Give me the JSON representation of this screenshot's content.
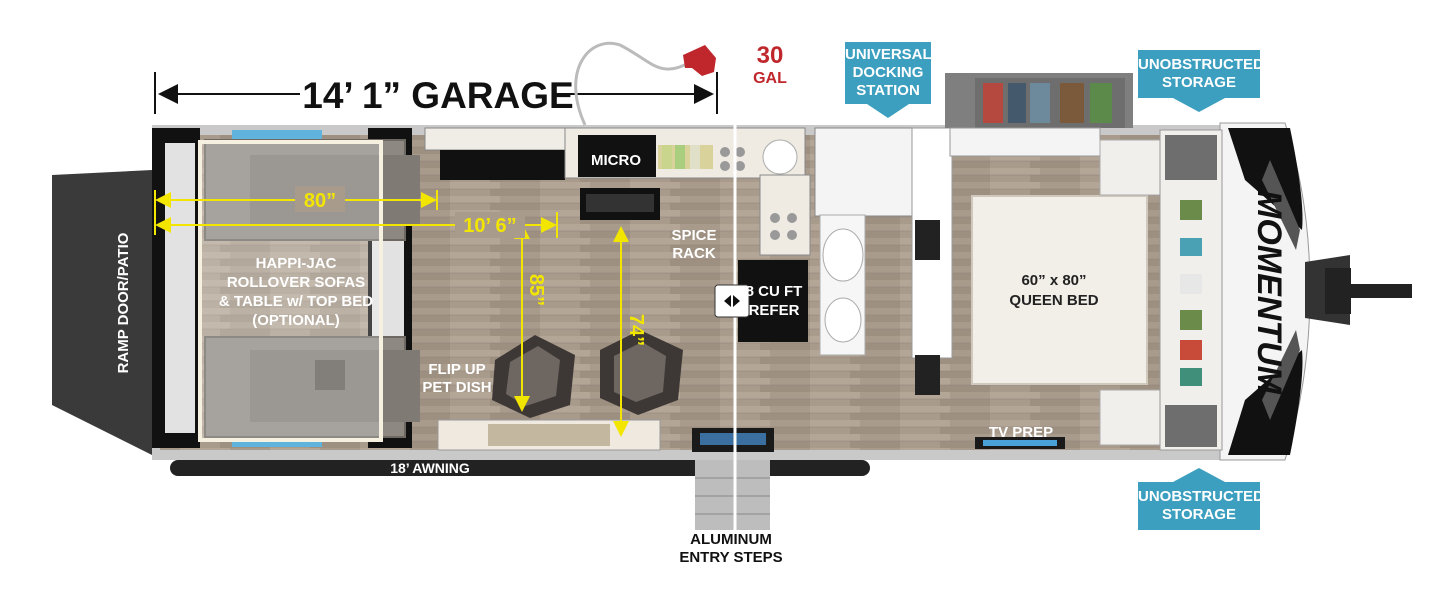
{
  "header": {
    "garage_label": "14’ 1” GARAGE",
    "fuel_capacity": "30",
    "fuel_unit": "GAL"
  },
  "callouts": {
    "docking_l1": "UNIVERSAL",
    "docking_l2": "DOCKING",
    "docking_l3": "STATION",
    "storage_top_l1": "UNOBSTRUCTED",
    "storage_top_l2": "STORAGE",
    "storage_bottom_l1": "UNOBSTRUCTED",
    "storage_bottom_l2": "STORAGE"
  },
  "labels": {
    "ramp_door": "RAMP DOOR/PATIO",
    "sofa_l1": "HAPPI-JAC",
    "sofa_l2": "ROLLOVER SOFAS",
    "sofa_l3": "& TABLE w/ TOP BED",
    "sofa_l4": "(OPTIONAL)",
    "micro": "MICRO",
    "spice_l1": "SPICE",
    "spice_l2": "RACK",
    "refer_l1": "8 CU FT",
    "refer_l2": "REFER",
    "pet_l1": "FLIP UP",
    "pet_l2": "PET DISH",
    "bed_l1": "60” x 80”",
    "bed_l2": "QUEEN BED",
    "tv_prep": "TV PREP",
    "awning": "18’ AWNING",
    "steps_l1": "ALUMINUM",
    "steps_l2": "ENTRY STEPS",
    "brand": "MOMENTUM"
  },
  "dimensions": {
    "width_80": "80”",
    "length_10_6": "10’ 6”",
    "height_85": "85”",
    "height_74": "74”"
  },
  "colors": {
    "callout": "#3d9fbf",
    "dimension": "#f2e600",
    "fuel": "#c0272d",
    "floor": "#a8998a"
  }
}
